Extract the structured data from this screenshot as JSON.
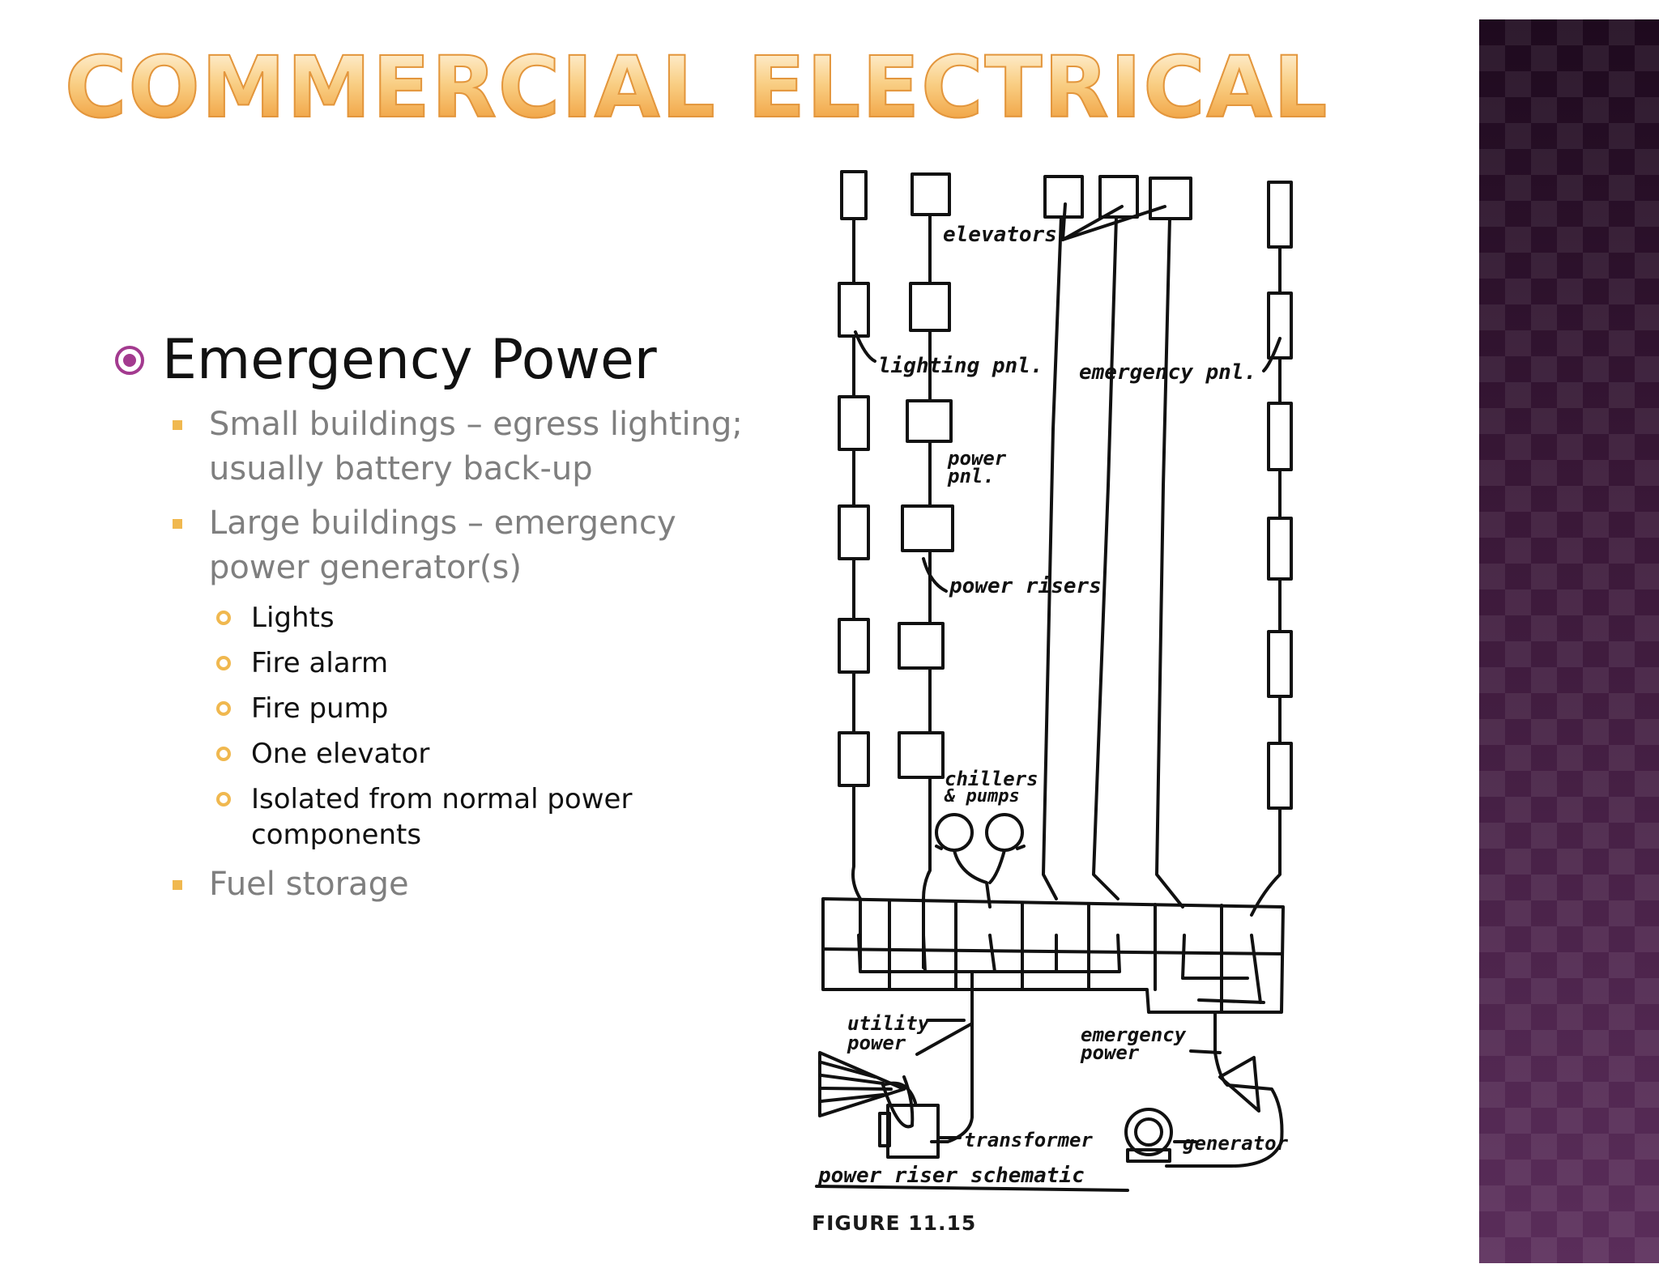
{
  "title": "COMMERCIAL ELECTRICAL",
  "content": {
    "heading": "Emergency Power",
    "bullets": [
      "Small buildings – egress lighting; usually battery back-up",
      "Large buildings – emergency power generator(s)",
      "Fuel storage"
    ],
    "subbullets": [
      "Lights",
      "Fire alarm",
      "Fire pump",
      "One elevator",
      "Isolated from normal power components"
    ]
  },
  "figure": {
    "labels": {
      "elevators": "elevators",
      "lighting": "lighting pnl.",
      "emergency_pnl": "emergency pnl.",
      "power_pnl_1": "power",
      "power_pnl_2": "pnl.",
      "risers": "power risers",
      "chillers_1": "chillers",
      "chillers_2": "& pumps",
      "utility_1": "utility",
      "utility_2": "power",
      "emerg_1": "emergency",
      "emerg_2": "power",
      "transformer": "transformer",
      "generator": "generator",
      "caption": "power riser schematic"
    },
    "number": "FIGURE 11.15"
  },
  "colors": {
    "accent_bullet": "#f0b84f",
    "heading_bullet": "#a33a8f",
    "side_band": "#4a2448",
    "title_gradient_top": "#fff3dc",
    "title_gradient_bottom": "#ef9a35"
  }
}
